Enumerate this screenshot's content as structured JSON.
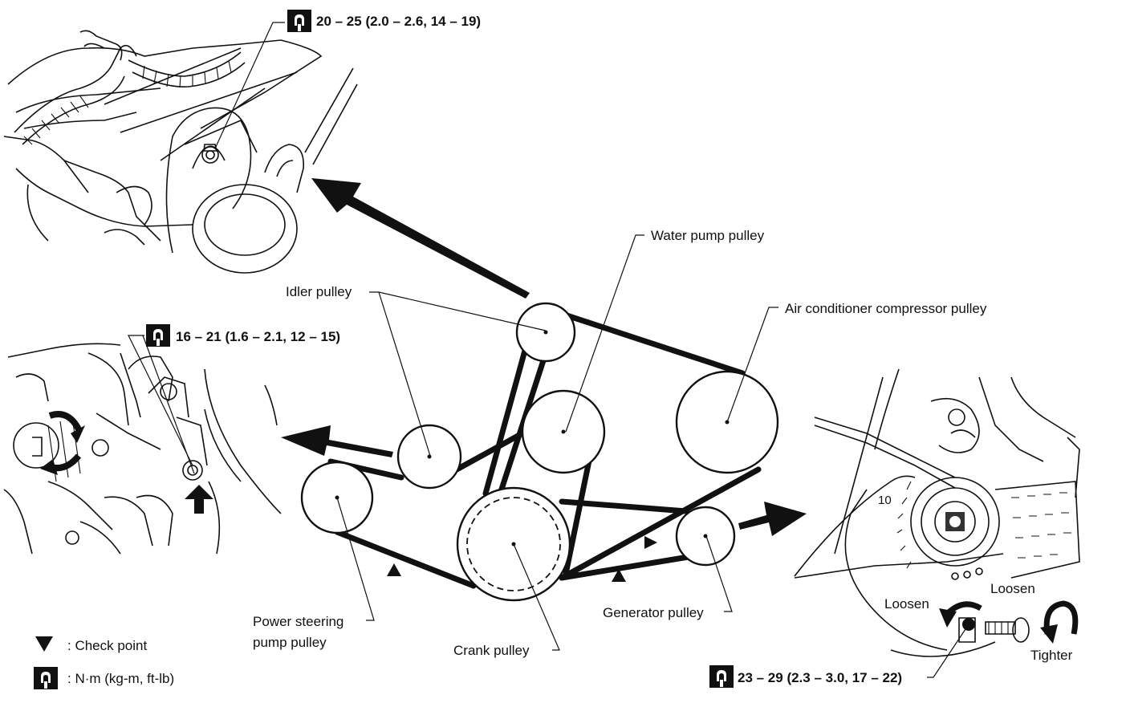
{
  "torque_specs": {
    "top": "20 – 25 (2.0 – 2.6, 14 – 19)",
    "left": "16 – 21 (1.6 – 2.1, 12 – 15)",
    "bottom_right": "23 – 29 (2.3 – 3.0, 17 – 22)"
  },
  "pulleys": {
    "water_pump": "Water pump pulley",
    "idler": "Idler pulley",
    "air_conditioner": "Air conditioner compressor pulley",
    "power_steering_line1": "Power steering",
    "power_steering_line2": "pump pulley",
    "crank": "Crank pulley",
    "generator": "Generator pulley"
  },
  "adjust_labels": {
    "loosen_left": "Loosen",
    "loosen_right": "Loosen",
    "tighter": "Tighter"
  },
  "legend": {
    "check_point": ": Check point",
    "torque_unit": ": N·m (kg-m, ft-lb)"
  },
  "icons": {
    "check_point": "triangle-check-point-icon",
    "torque": "torque-wrench-icon"
  }
}
